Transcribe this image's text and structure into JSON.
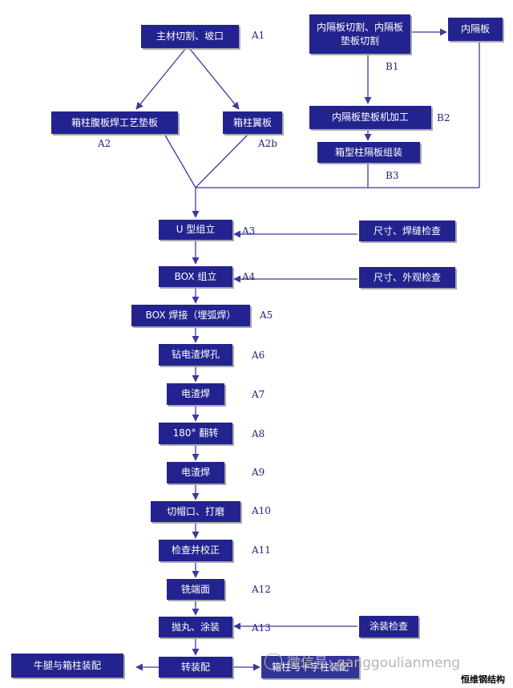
{
  "nodes": {
    "n_a1": "主材切割、坡口",
    "n_b1": "内隔板切割、内隔板垫板切割",
    "n_ngb": "内隔板",
    "n_a2": "箱柱腹板焊工艺垫板",
    "n_a2b": "箱柱翼板",
    "n_b2": "内隔板垫板机加工",
    "n_b3": "箱型柱隔板组装",
    "n_a3": "U 型组立",
    "n_insp1": "尺寸、焊缝检查",
    "n_a4": "BOX 组立",
    "n_insp2": "尺寸、外观检查",
    "n_a5": "BOX 焊接（埋弧焊）",
    "n_a6": "钻电渣焊孔",
    "n_a7": "电渣焊",
    "n_a8": "180° 翻转",
    "n_a9": "电渣焊",
    "n_a10": "切帽口、打磨",
    "n_a11": "检查并校正",
    "n_a12": "铣端面",
    "n_a13": "抛丸、涂装",
    "n_insp3": "涂装检查",
    "n_zzp": "转装配",
    "n_left": "牛腿与箱柱装配",
    "n_right": "箱柱与十字柱装配"
  },
  "tags": {
    "t_a1": "A1",
    "t_a2": "A2",
    "t_a2b": "A2b",
    "t_b1": "B1",
    "t_b2": "B2",
    "t_b3": "B3",
    "t_a3": "A3",
    "t_a4": "A4",
    "t_a5": "A5",
    "t_a6": "A6",
    "t_a7": "A7",
    "t_a8": "A8",
    "t_a9": "A9",
    "t_a10": "A10",
    "t_a11": "A11",
    "t_a12": "A12",
    "t_a13": "A13"
  },
  "watermark": "微信号: ganggoulianmeng",
  "brand": "恒维钢结构",
  "colors": {
    "box": "#23238f",
    "line": "#3b3b9a",
    "text": "#ffffff"
  }
}
